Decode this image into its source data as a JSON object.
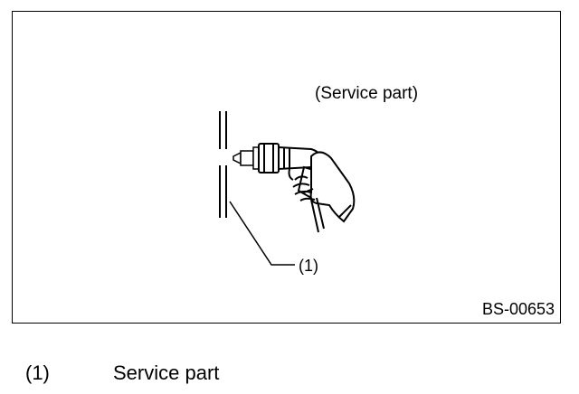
{
  "figure": {
    "label_top": "(Service part)",
    "callout_label": "(1)",
    "figure_code": "BS-00653"
  },
  "legend": [
    {
      "number": "(1)",
      "text": "Service part"
    }
  ]
}
